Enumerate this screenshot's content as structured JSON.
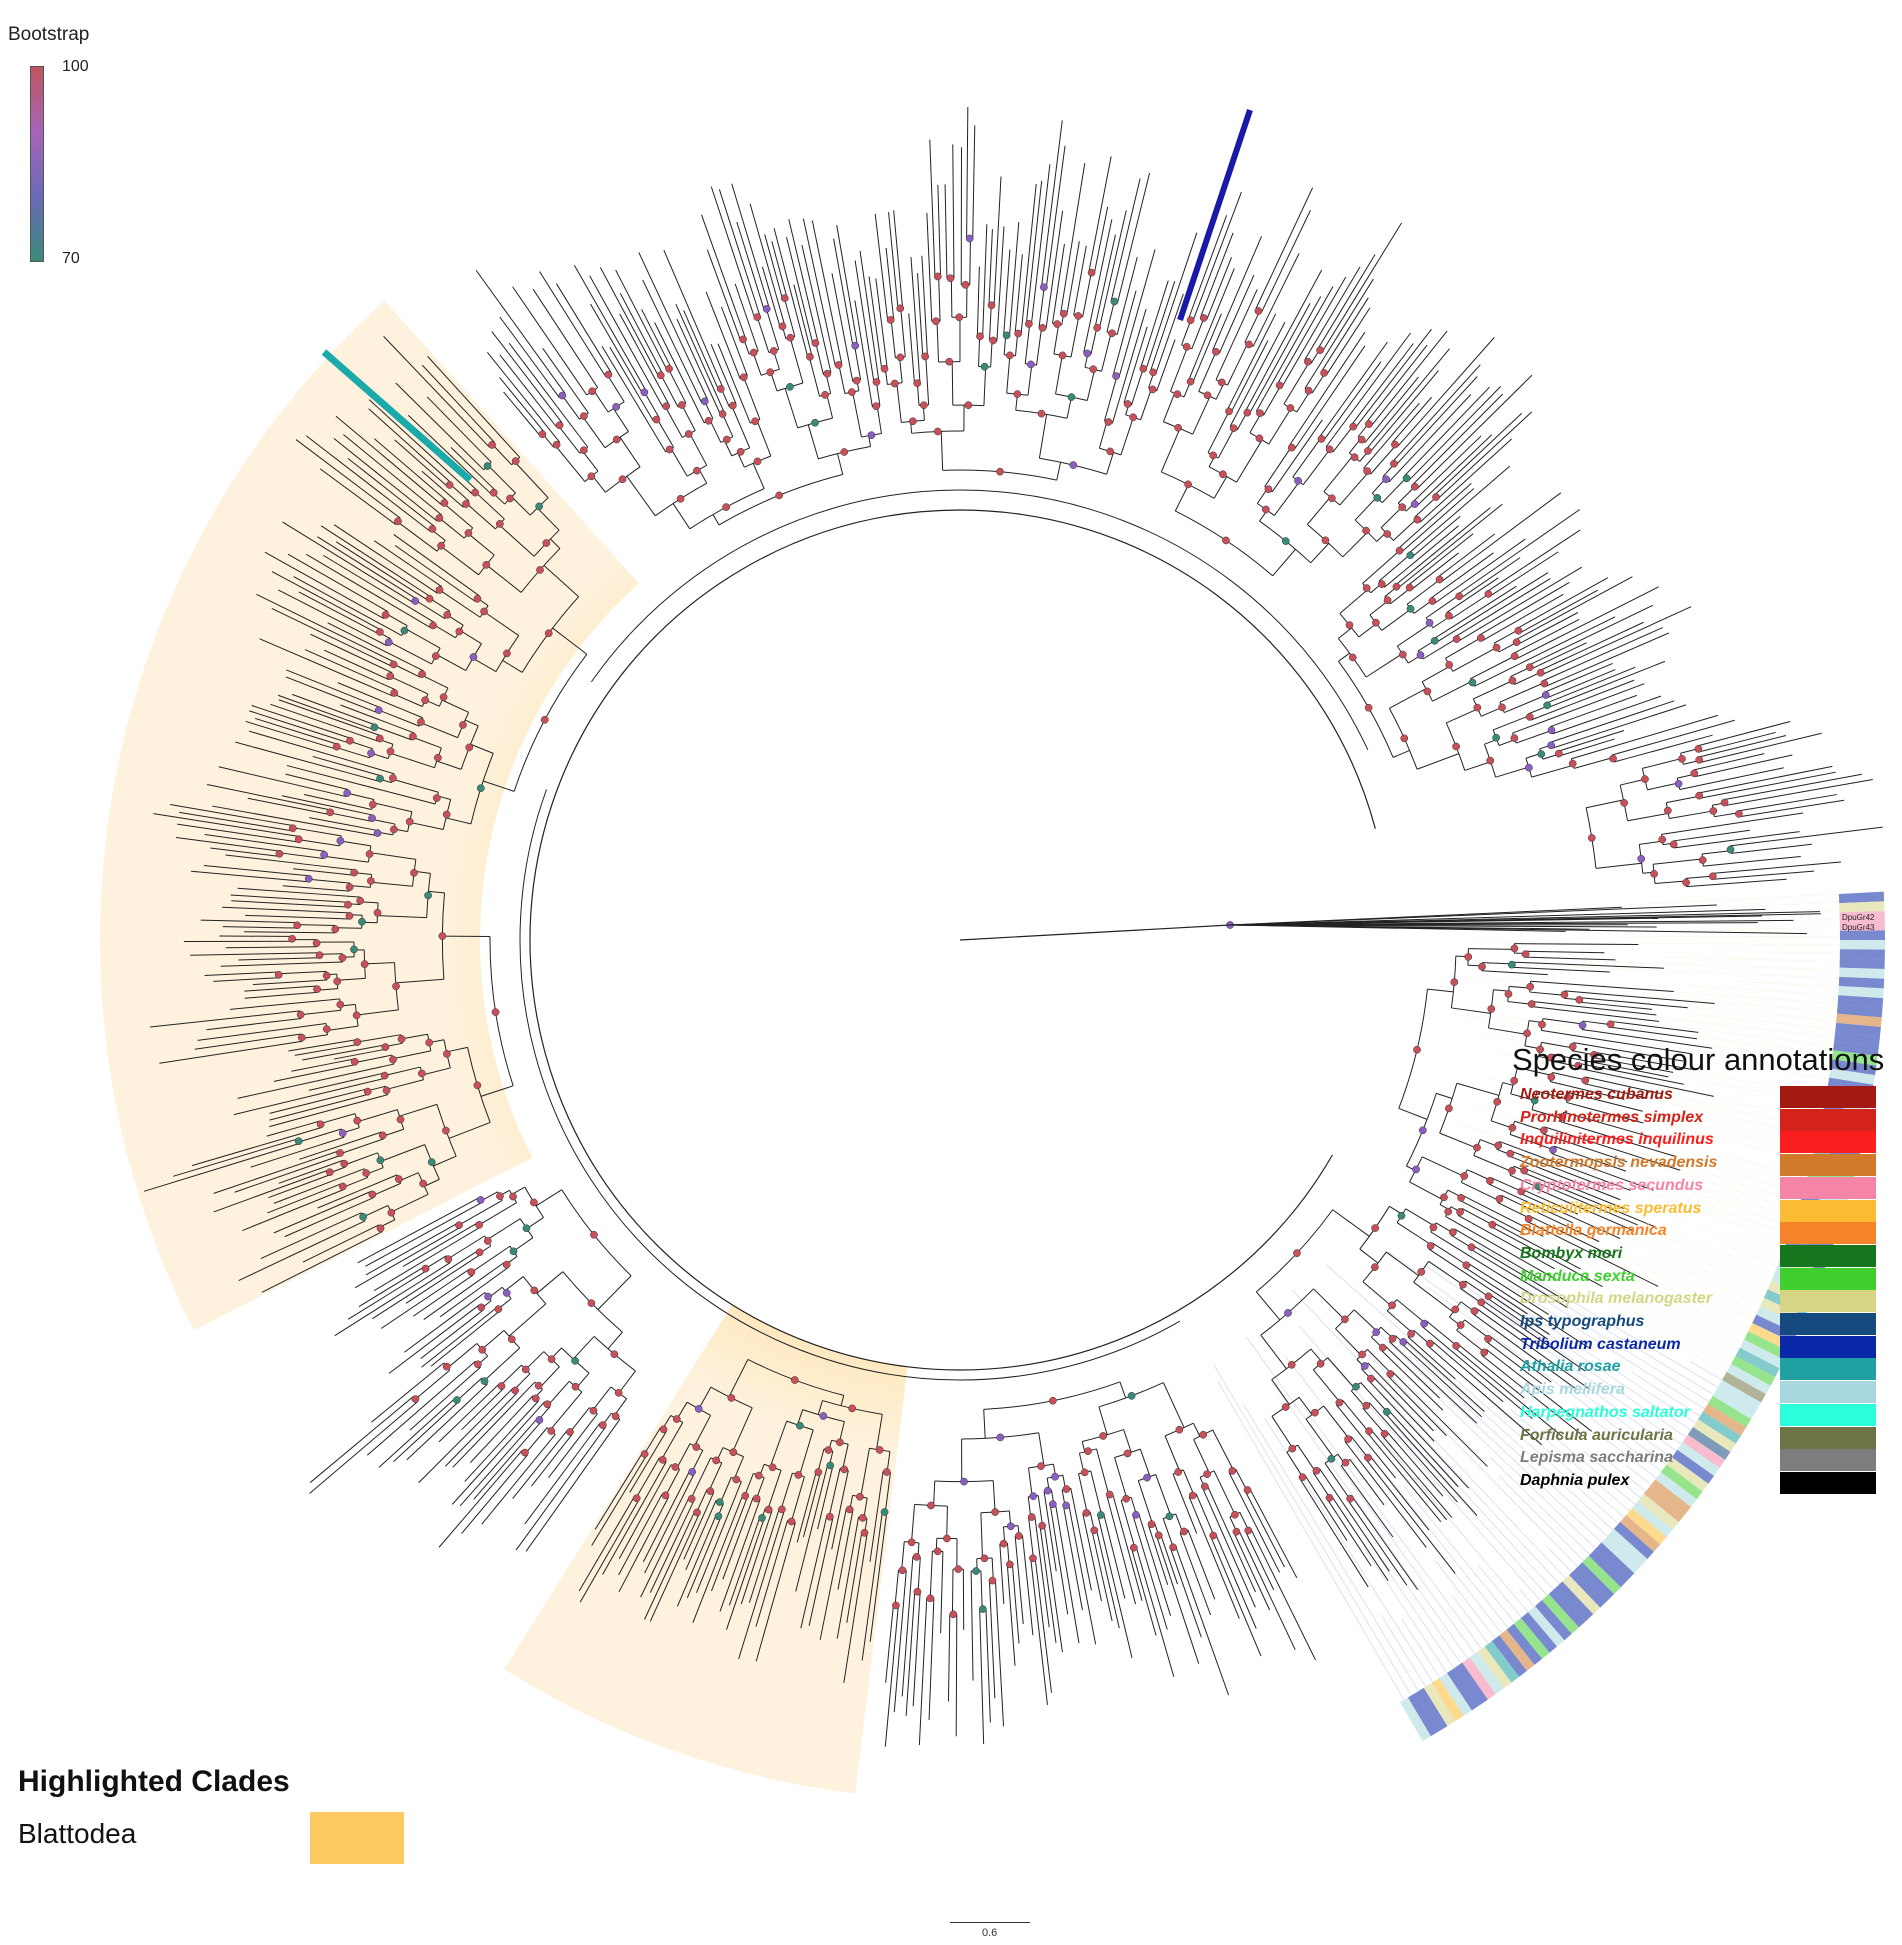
{
  "bootstrap_legend": {
    "title": "Bootstrap",
    "max_label": "100",
    "min_label": "70",
    "gradient": [
      "#c0545f",
      "#a765b8",
      "#6a6ab8",
      "#3a8a7a"
    ]
  },
  "species_legend": {
    "title": "Species colour annotations",
    "items": [
      {
        "name": "Neotermes cubanus",
        "color": "#a41a12"
      },
      {
        "name": "Prorhinotermes simplex",
        "color": "#d3231b"
      },
      {
        "name": "Inquilinitermes inquilinus",
        "color": "#fa1e1e"
      },
      {
        "name": "Zootermopsis nevadensis",
        "color": "#d17a2c"
      },
      {
        "name": "Cryptotermes secundus",
        "color": "#f485a6"
      },
      {
        "name": "Reticulitermes speratus",
        "color": "#fbbb32"
      },
      {
        "name": "Blattella germanica",
        "color": "#f5832a"
      },
      {
        "name": "Bombyx mori",
        "color": "#17761d"
      },
      {
        "name": "Manduca sexta",
        "color": "#3fcf2e"
      },
      {
        "name": "Drosophila melanogaster",
        "color": "#d5d585"
      },
      {
        "name": "Ips typographus",
        "color": "#144a7d"
      },
      {
        "name": "Tribolium castaneum",
        "color": "#0b28a8"
      },
      {
        "name": "Athalia rosae",
        "color": "#1fa0a2"
      },
      {
        "name": "Apis mellifera",
        "color": "#a8d8dd"
      },
      {
        "name": "Harpegnathos saltator",
        "color": "#2affda"
      },
      {
        "name": "Forficula auricularia",
        "color": "#6f7444"
      },
      {
        "name": "Lepisma saccharina",
        "color": "#7d7d7d"
      },
      {
        "name": "Daphnia pulex",
        "color": "#000000"
      }
    ]
  },
  "highlighted_clades": {
    "title": "Highlighted Clades",
    "items": [
      {
        "name": "Blattodea",
        "color": "#fcc963"
      }
    ]
  },
  "scale_bar": {
    "label": "0.6"
  },
  "tree": {
    "type": "circular phylogenetic tree",
    "root_taxa_labels": [
      "DpuGr42",
      "DpuGr43"
    ],
    "branch_color": "#222222",
    "node_color": "#c8505a"
  }
}
